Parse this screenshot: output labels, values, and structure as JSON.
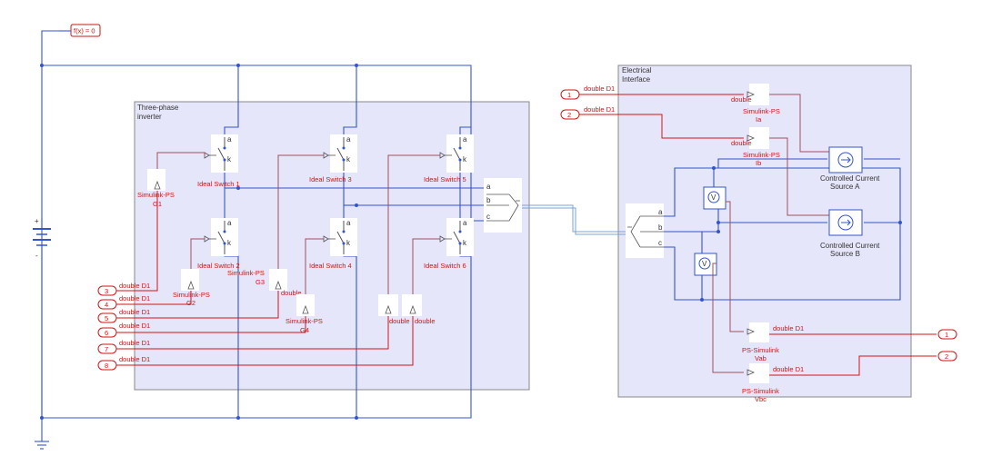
{
  "diagram": {
    "fx_block": "f(x) = 0",
    "inverter_subsystem": {
      "title_line1": "Three-phase",
      "title_line2": "inverter"
    },
    "electrical_subsystem": {
      "title_line1": "Electrical",
      "title_line2": "Interface"
    },
    "switches": [
      {
        "label": "Ideal Switch 1"
      },
      {
        "label": "Ideal Switch 3"
      },
      {
        "label": "Ideal Switch 5"
      },
      {
        "label": "Ideal Switch 2"
      },
      {
        "label": "Ideal Switch 4"
      },
      {
        "label": "Ideal Switch 6"
      }
    ],
    "switch_port_a": "a",
    "switch_port_k": "k",
    "inverter_converters": [
      {
        "line1": "Simulink-PS",
        "line2": "G1"
      },
      {
        "line1": "Simulink-PS",
        "line2": "G2"
      },
      {
        "line1": "Simulink-PS",
        "line2": "G3"
      },
      {
        "line1": "Simulink-PS",
        "line2": "G4"
      }
    ],
    "converter_dtype": "double",
    "inport_signal": "double D1",
    "inports_left": [
      "3",
      "4",
      "5",
      "6",
      "7",
      "8"
    ],
    "inports_right": [
      "1",
      "2"
    ],
    "outports": [
      "1",
      "2"
    ],
    "phase_ports": [
      "a",
      "b",
      "c"
    ],
    "iface_converters": [
      {
        "line1": "Simulink-PS",
        "line2": "Ia"
      },
      {
        "line1": "Simulink-PS",
        "line2": "Ib"
      }
    ],
    "current_sources": [
      {
        "line1": "Controlled Current",
        "line2": "Source A"
      },
      {
        "line1": "Controlled Current",
        "line2": "Source B"
      }
    ],
    "voltage_sensor_glyph": "V",
    "output_converters": [
      {
        "line1": "PS-Simulink",
        "line2": "Vab"
      },
      {
        "line1": "PS-Simulink",
        "line2": "Vbc"
      }
    ],
    "battery_plus": "+",
    "battery_minus": "-"
  }
}
